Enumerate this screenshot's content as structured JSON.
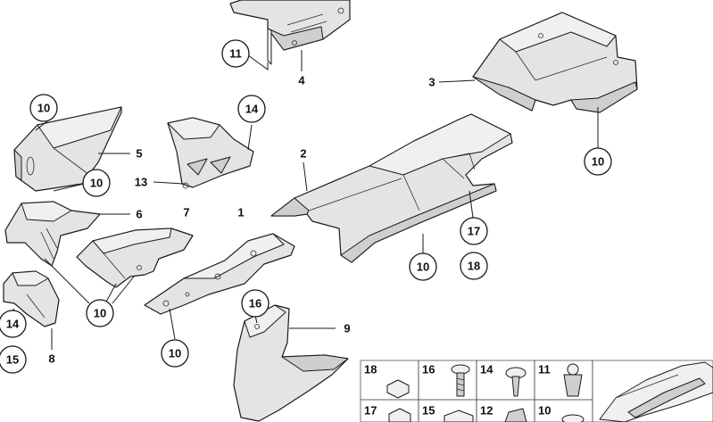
{
  "callouts": {
    "c11_top": "11",
    "c10_a": "10",
    "c10_b": "10",
    "c14_top": "14",
    "c10_right": "10",
    "c17": "17",
    "c18": "18",
    "c10_center": "10",
    "c10_group": "10",
    "c14_left": "14",
    "c15": "15",
    "c10_bottom": "10",
    "c16": "16"
  },
  "labels": {
    "l4": "4",
    "l3": "3",
    "l5": "5",
    "l13": "13",
    "l2": "2",
    "l6": "6",
    "l7": "7",
    "l1": "1",
    "l9": "9",
    "l8": "8"
  },
  "legend": {
    "row1": [
      "18",
      "16",
      "14",
      "11"
    ],
    "row2": [
      "17",
      "15",
      "12",
      "10"
    ]
  }
}
